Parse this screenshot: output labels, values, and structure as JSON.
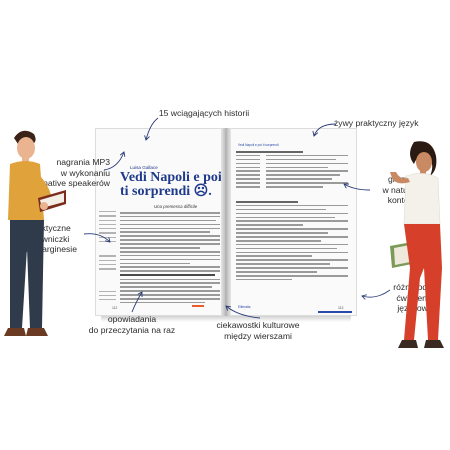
{
  "labels": {
    "mp3": [
      "nagrania MP3",
      "w wykonaniu",
      "native speakerów"
    ],
    "stories": [
      "15 wciągających historii"
    ],
    "language": [
      "żywy praktyczny język"
    ],
    "grammar": [
      "gramatyka",
      "w naturalnym",
      "kontekście"
    ],
    "glossary": [
      "praktyczne",
      "słowniczki",
      "na marginesie"
    ],
    "exercises": [
      "różnorodne",
      "ćwiczenia",
      "językowe"
    ],
    "reading": [
      "opowiadania",
      "do przeczytania na raz"
    ],
    "culture": [
      "ciekawostki kulturowe",
      "między wierszami"
    ]
  },
  "book": {
    "left_author": "Luisa Gallace",
    "left_title_line1": "Vedi Napoli e poi",
    "left_title_line2": "ti sorprendi ☹.",
    "left_subhead": "Una premessa difficile",
    "right_header": "Vedi Napoli e poi ti sorprendi",
    "right_footer_left": "Eliteratia",
    "right_footer_right": "113",
    "left_page_number": "112"
  },
  "colors": {
    "accent_orange": "#e85d2a",
    "title_blue": "#1e3a8a",
    "arrow": "#2a3b78"
  }
}
